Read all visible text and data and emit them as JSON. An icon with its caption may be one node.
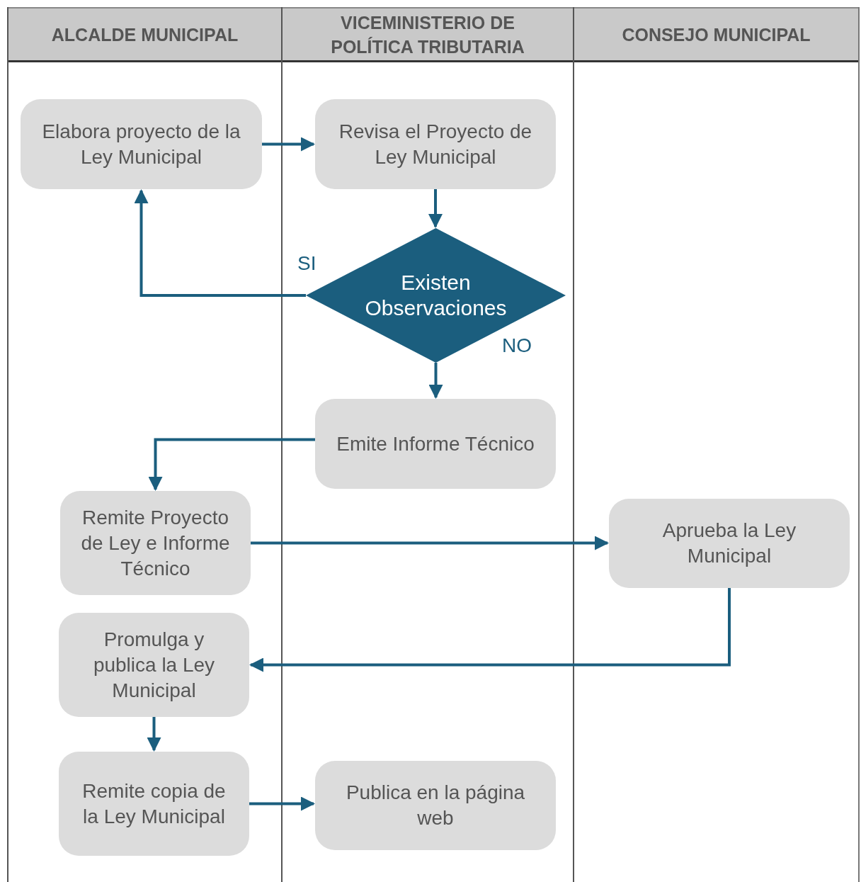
{
  "diagram": {
    "nodes": [
      {
        "text": [
          "ALCALDE MUNICIPAL"
        ]
      },
      {
        "text": [
          "VICEMINISTERIO DE POLÍTICA TRIBUTARIA"
        ]
      },
      {
        "text": [
          "CONSEJO MUNICIPAL"
        ]
      },
      {
        "text": [
          "Elabora proyecto de la Ley Municipal"
        ],
        "in": 0
      },
      {
        "text": [
          "Revisa el Proyecto de Ley Municipal"
        ],
        "in": 1
      },
      {
        "text": [
          "Existen Observaciones"
        ],
        "in": 1
      },
      {
        "text": [
          "Emite Informe Técnico"
        ],
        "in": 1
      },
      {
        "text": [
          "Remite Proyecto de Ley e Informe Técnico"
        ],
        "in": 0
      },
      {
        "text": [
          "Aprueba la Ley Municipal"
        ],
        "in": 2
      },
      {
        "text": [
          "Promulga y publica la Ley Municipal"
        ],
        "in": 0
      },
      {
        "text": [
          "Remite copia de la Ley Municipal"
        ],
        "in": 0
      },
      {
        "text": [
          "Publica en la página web"
        ],
        "in": 1
      }
    ],
    "edges": [
      {
        "from": 3,
        "to": 4,
        "arrow": "to"
      },
      {
        "from": 4,
        "to": 5,
        "arrow": "to"
      },
      {
        "from": 5,
        "to": 3,
        "label": "SI",
        "arrow": "to"
      },
      {
        "from": 5,
        "to": 6,
        "label": "NO",
        "arrow": "to"
      },
      {
        "from": 6,
        "to": 7,
        "arrow": "to"
      },
      {
        "from": 7,
        "to": 8,
        "arrow": "to"
      },
      {
        "from": 8,
        "to": 9,
        "arrow": "to"
      },
      {
        "from": 9,
        "to": 10,
        "arrow": "to"
      },
      {
        "from": 10,
        "to": 11,
        "arrow": "to"
      }
    ]
  }
}
